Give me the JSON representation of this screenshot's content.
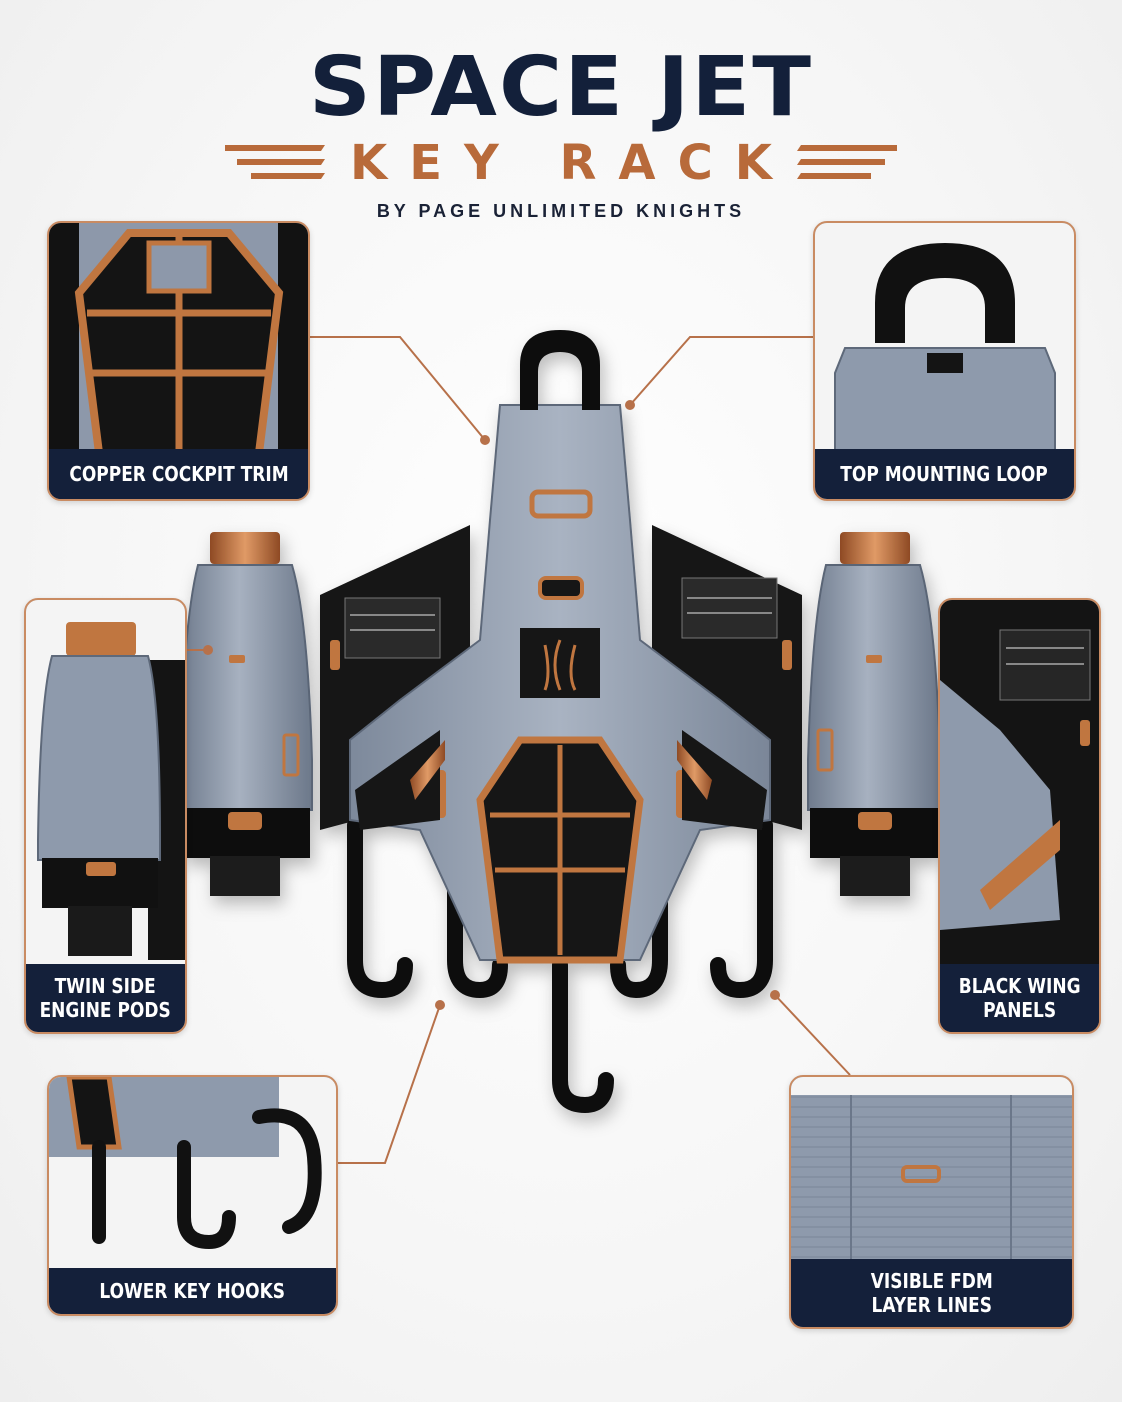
{
  "header": {
    "title": "SPACE JET",
    "subtitle": "KEY RACK",
    "byline": "BY PAGE UNLIMITED KNIGHTS"
  },
  "callouts": [
    {
      "id": "cockpit",
      "label": "COPPER COCKPIT TRIM"
    },
    {
      "id": "loop",
      "label": "TOP MOUNTING LOOP"
    },
    {
      "id": "engines",
      "label": "TWIN SIDE\nENGINE PODS"
    },
    {
      "id": "wings",
      "label": "BLACK WING\nPANELS"
    },
    {
      "id": "hooks",
      "label": "LOWER KEY HOOKS"
    },
    {
      "id": "layers",
      "label": "VISIBLE FDM\nLAYER LINES"
    }
  ],
  "colors": {
    "navy": "#14203a",
    "copper": "#b86a3a",
    "hull_gray": "#8f9bad",
    "panel_black": "#121212",
    "border": "#c98b62"
  }
}
